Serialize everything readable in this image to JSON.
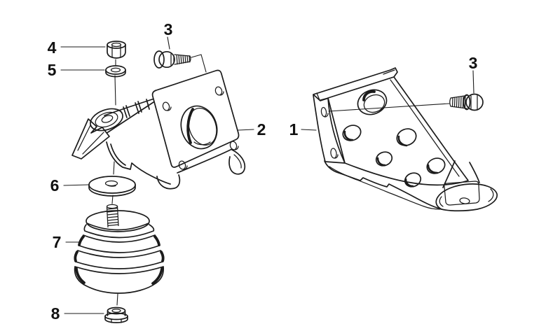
{
  "figure": {
    "background_color": "#ffffff",
    "line_color": "#1b1b1b",
    "ink_color": "#111111",
    "callouts": [
      {
        "label": "4"
      },
      {
        "label": "5"
      },
      {
        "label": "3"
      },
      {
        "label": "2"
      },
      {
        "label": "1"
      },
      {
        "label": "3"
      },
      {
        "label": "6"
      },
      {
        "label": "7"
      },
      {
        "label": "8"
      }
    ]
  }
}
